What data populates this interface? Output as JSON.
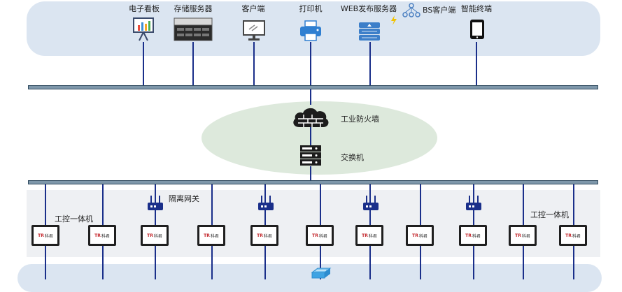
{
  "colors": {
    "panel_blue": "#dbe5f1",
    "ellipse_green": "#dde9dc",
    "panel_grey": "#eef0f3",
    "line_blue": "#1a2f8a",
    "bus": "#7e97aa"
  },
  "top_devices": [
    {
      "label": "电子看板",
      "icon": "display-board-icon"
    },
    {
      "label": "存储服务器",
      "icon": "storage-server-icon"
    },
    {
      "label": "客户端",
      "icon": "client-pc-icon"
    },
    {
      "label": "打印机",
      "icon": "printer-icon"
    },
    {
      "label": "WEB发布服务器",
      "icon": "web-server-icon"
    },
    {
      "label": "BS客户端",
      "icon": "network-tree-icon"
    },
    {
      "label": "智能终端",
      "icon": "tablet-icon"
    }
  ],
  "core": {
    "firewall_label": "工业防火墙",
    "switch_label": "交换机"
  },
  "bottom": {
    "gateway_label": "隔离网关",
    "ipc_label_left": "工控一体机",
    "ipc_label_right": "工控一体机",
    "terminal_brand": "TR",
    "terminal_brand_text": "科君"
  }
}
